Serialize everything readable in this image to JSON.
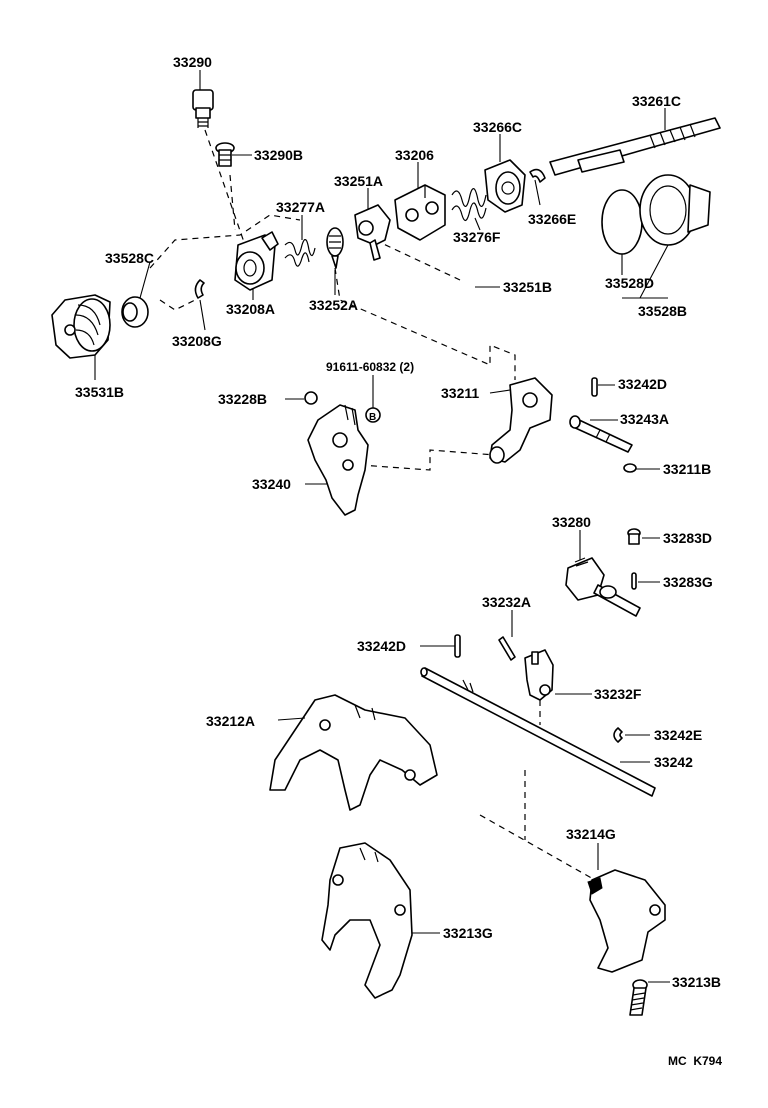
{
  "diagram_code": "MC  K794",
  "labels": {
    "p33290": "33290",
    "p33290B": "33290B",
    "p33206": "33206",
    "p33266C": "33266C",
    "p33261C": "33261C",
    "p33251A": "33251A",
    "p33277A": "33277A",
    "p33266E": "33266E",
    "p33276F": "33276F",
    "p33528C": "33528C",
    "p33208A": "33208A",
    "p33252A": "33252A",
    "p33251B": "33251B",
    "p33528D": "33528D",
    "p33528B": "33528B",
    "p33208G": "33208G",
    "p33531B": "33531B",
    "p91611": "91611-60832 (2)",
    "p33211": "33211",
    "p33242D_top": "33242D",
    "p33228B": "33228B",
    "p33243A": "33243A",
    "p33240": "33240",
    "p33211B": "33211B",
    "p33280": "33280",
    "p33283D": "33283D",
    "p33283G": "33283G",
    "p33232A": "33232A",
    "p33242D_mid": "33242D",
    "p33232F": "33232F",
    "p33212A": "33212A",
    "p33242E": "33242E",
    "p33242": "33242",
    "p33214G": "33214G",
    "p33213G": "33213G",
    "p33213B": "33213B",
    "circle_b": "B"
  }
}
